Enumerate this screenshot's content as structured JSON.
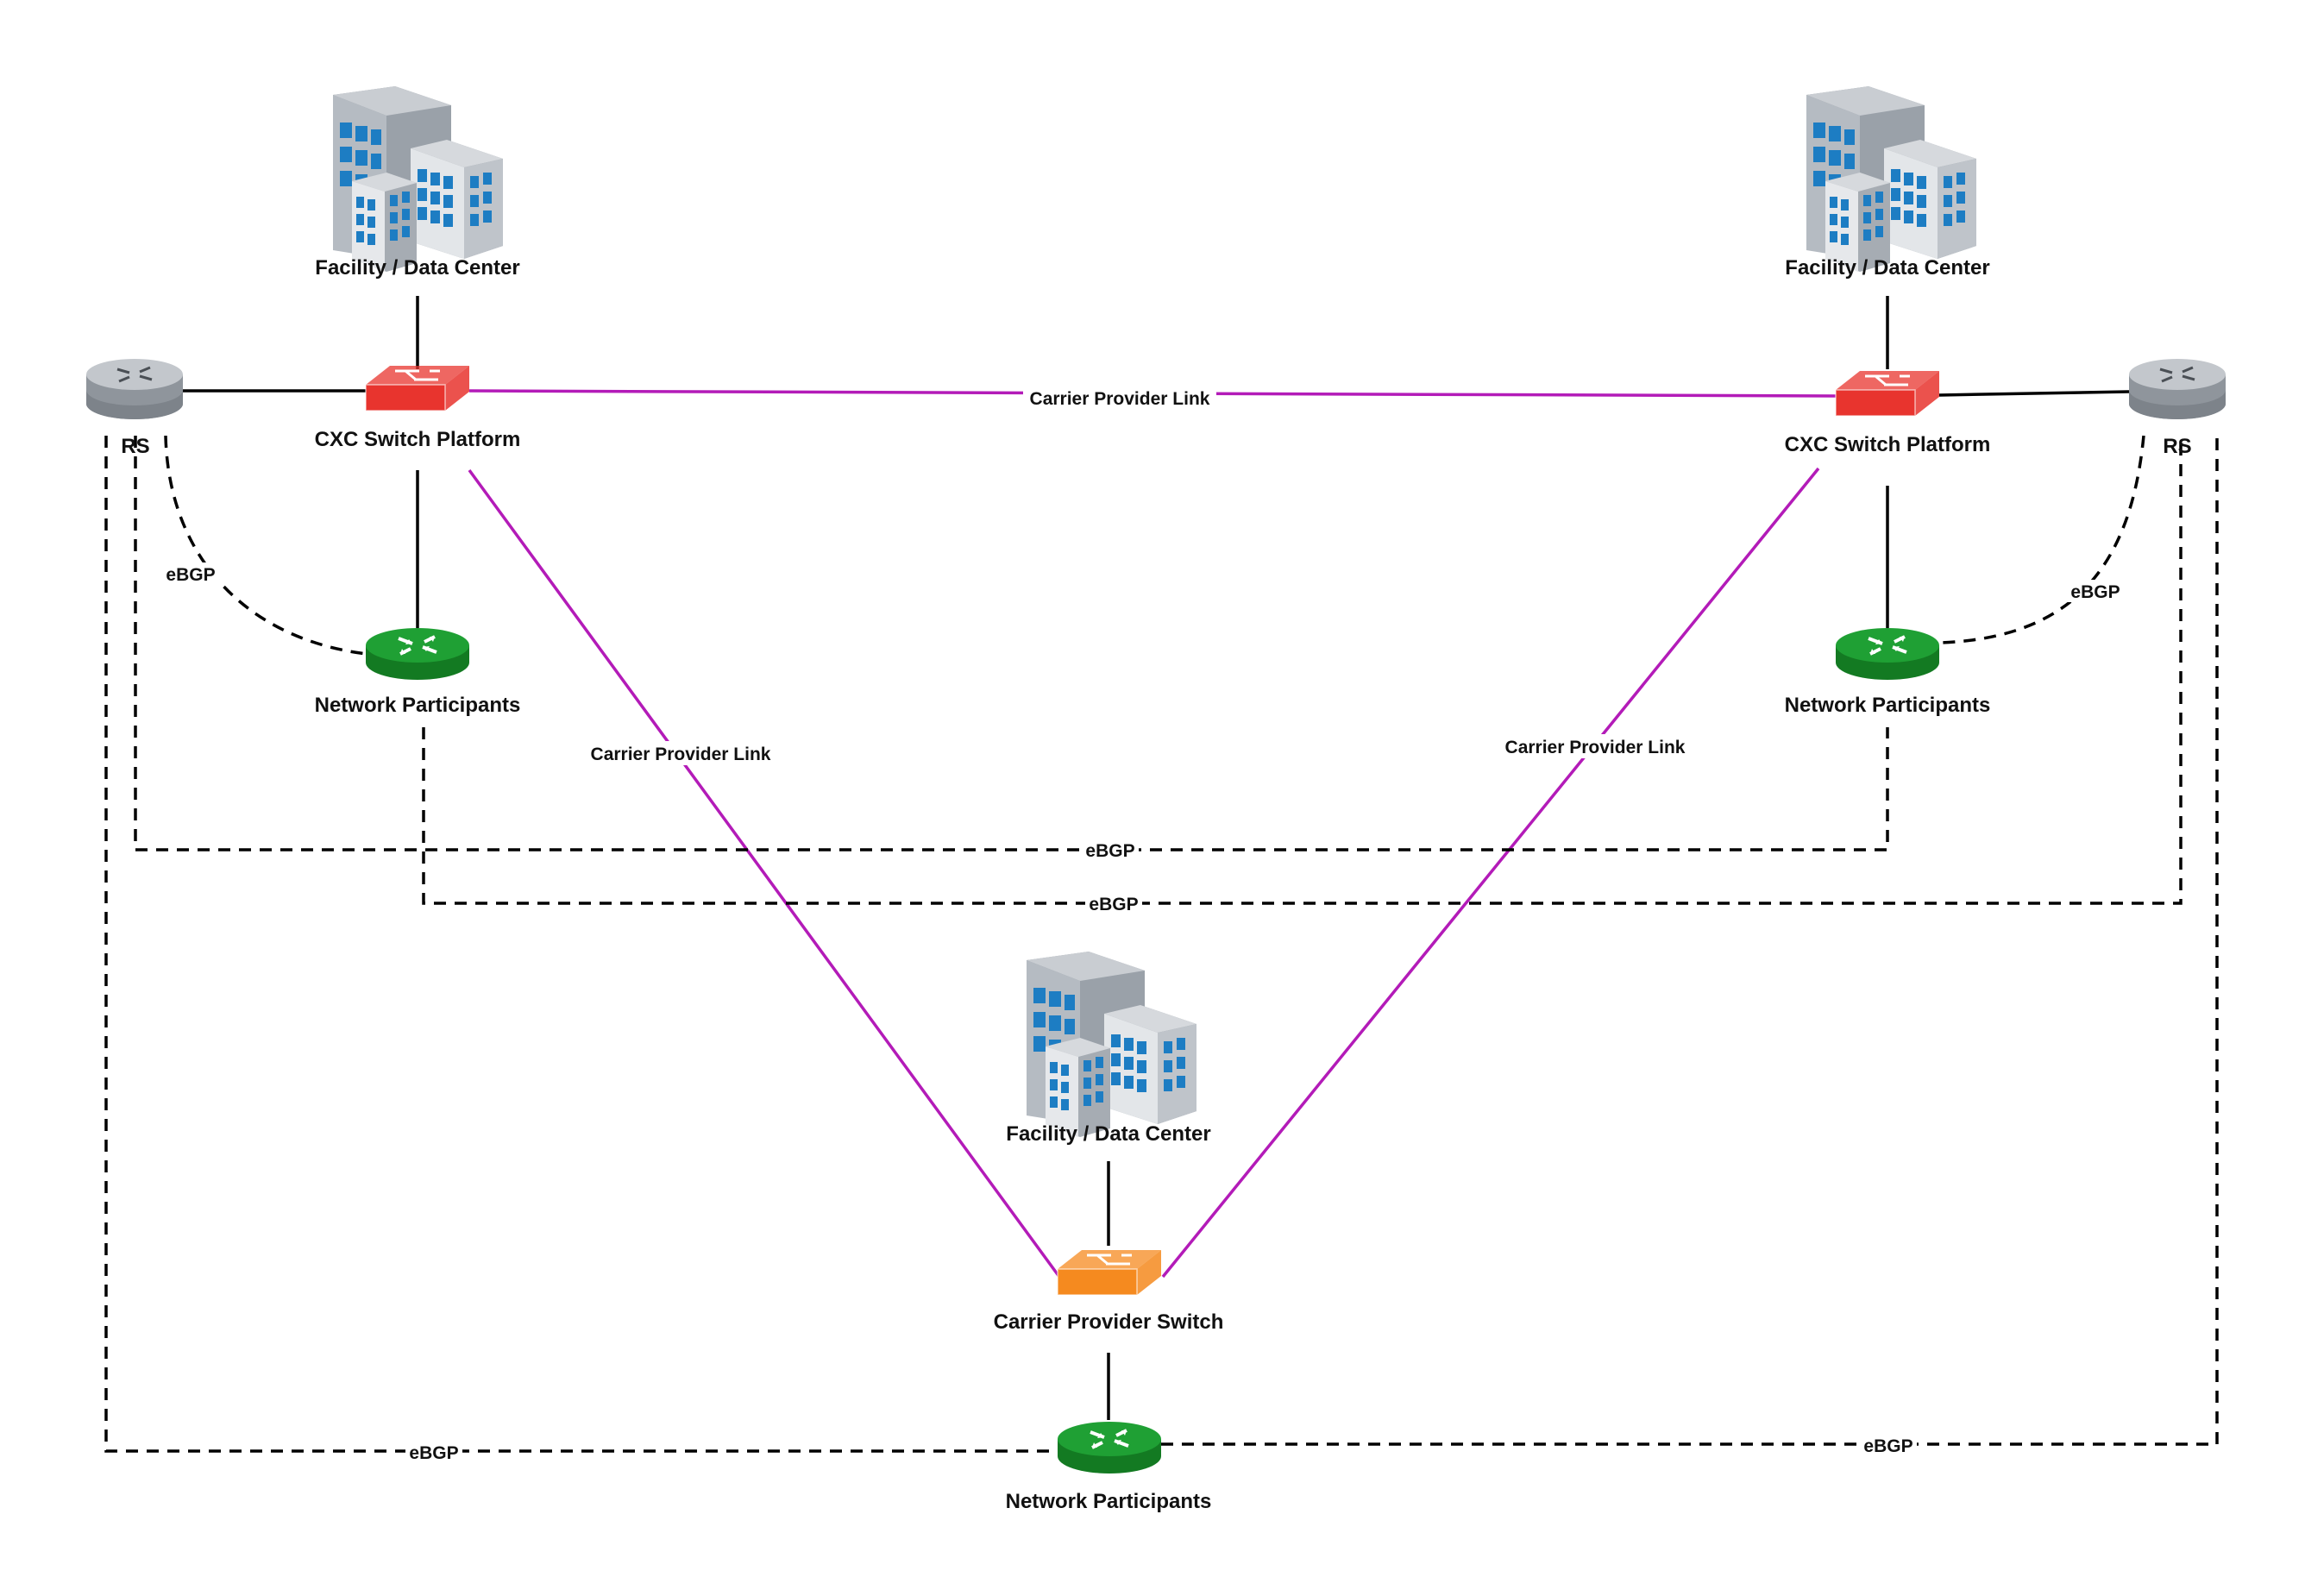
{
  "nodes": {
    "facility_left": {
      "label": "Facility / Data Center"
    },
    "facility_right": {
      "label": "Facility / Data Center"
    },
    "facility_bottom": {
      "label": "Facility / Data Center"
    },
    "cxc_left": {
      "label": "CXC Switch Platform",
      "color": "#e8342e"
    },
    "cxc_right": {
      "label": "CXC Switch Platform",
      "color": "#e8342e"
    },
    "carrier_switch": {
      "label": "Carrier Provider Switch",
      "color": "#f58a1f"
    },
    "rs_left": {
      "label": "RS"
    },
    "rs_right": {
      "label": "RS"
    },
    "participants_left": {
      "label": "Network Participants",
      "color": "#1a9a2a"
    },
    "participants_right": {
      "label": "Network Participants",
      "color": "#1a9a2a"
    },
    "participants_bottom": {
      "label": "Network Participants",
      "color": "#1a9a2a"
    }
  },
  "edges": {
    "carrier_top": {
      "label": "Carrier Provider Link"
    },
    "carrier_left": {
      "label": "Carrier Provider Link"
    },
    "carrier_right": {
      "label": "Carrier Provider Link"
    },
    "ebgp_left_curve": {
      "label": "eBGP"
    },
    "ebgp_right_curve": {
      "label": "eBGP"
    },
    "ebgp_mid_upper": {
      "label": "eBGP"
    },
    "ebgp_mid_lower": {
      "label": "eBGP"
    },
    "ebgp_bottom_left": {
      "label": "eBGP"
    },
    "ebgp_bottom_right": {
      "label": "eBGP"
    }
  },
  "colors": {
    "carrier_link": "#b31bb8",
    "connection": "#000000"
  }
}
